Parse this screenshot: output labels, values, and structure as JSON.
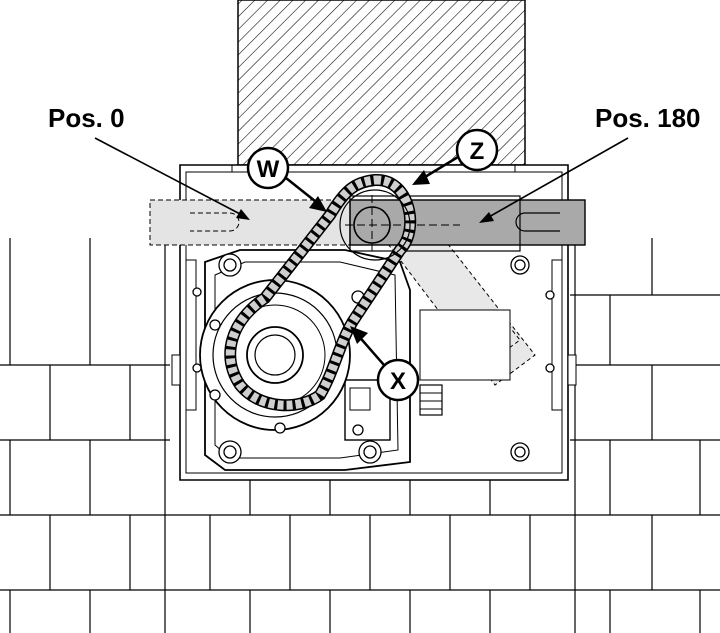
{
  "labels": {
    "pos0": "Pos. 0",
    "pos180": "Pos. 180",
    "w": "W",
    "z": "Z",
    "x": "X"
  },
  "colors": {
    "line": "#000000",
    "arm_dark": "#a9a9a9",
    "arm_light": "#e4e4e4",
    "arm_ghost": "#e8e8e8",
    "chain": "#cfcfcf",
    "background": "#ffffff"
  },
  "icons": [
    "hatched-post",
    "brick-wall",
    "gearmotor",
    "chain-drive",
    "lever-arm",
    "callout-arrow"
  ]
}
